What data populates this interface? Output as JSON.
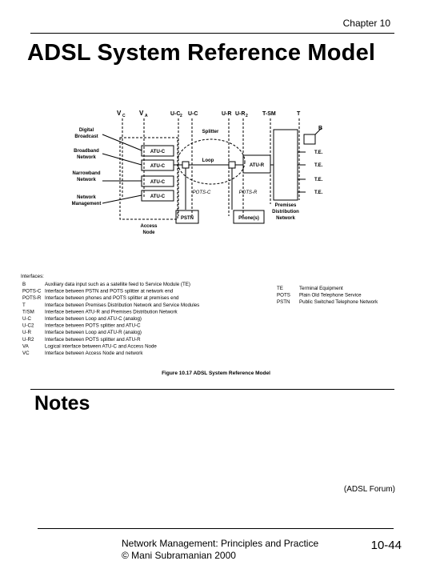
{
  "header": {
    "chapter": "Chapter 10"
  },
  "slide": {
    "title": "ADSL System Reference Model"
  },
  "figure": {
    "refpoints": {
      "vc": "V",
      "vc_sub": "C",
      "va": "V",
      "va_sub": "A",
      "uc2": "U-C",
      "uc2_sub": "2",
      "uc": "U-C",
      "ur": "U-R",
      "ur2": "U-R",
      "ur2_sub": "2",
      "tsm": "T-SM",
      "t": "T",
      "b": "B"
    },
    "left_labels": {
      "digital": "Digital",
      "broadcast": "Broadcast",
      "broadband": "Broadband",
      "broadband_net": "Network",
      "narrowband": "Narrowband",
      "narrowband_net": "Network",
      "netmgmt": "Network",
      "netmgmt_2": "Management"
    },
    "blocks": {
      "atuc": "ATU-C",
      "atur": "ATU-R",
      "splitter": "Splitter",
      "loop": "Loop",
      "pots_c": "POTS-C",
      "pots_r": "POTS-R",
      "pstn": "PSTN",
      "phones": "Phone(s)",
      "access_node": "Access",
      "access_node_2": "Node",
      "pdn_1": "Premises",
      "pdn_2": "Distribution",
      "pdn_3": "Network",
      "te": "T.E."
    },
    "interfaces_heading": "Interfaces:",
    "interfaces": [
      {
        "code": "B",
        "desc": "Auxiliary data input such as a satellite feed to Service Module (TE)"
      },
      {
        "code": "POTS-C",
        "desc": "Interface between PSTN and POTS splitter at network end"
      },
      {
        "code": "POTS-R",
        "desc": "Interface between phones and POTS splitter at premises end"
      },
      {
        "code": "T",
        "desc": "Interface between Premises Distribution Network and Service Modules"
      },
      {
        "code": "T/SM",
        "desc": "Interface between ATU-R and Premises Distribution Network"
      },
      {
        "code": "U-C",
        "desc": "Interface between Loop and ATU-C (analog)"
      },
      {
        "code": "U-C2",
        "desc": "Interface between POTS splitter and ATU-C"
      },
      {
        "code": "U-R",
        "desc": "Interface between Loop and ATU-R (analog)"
      },
      {
        "code": "U-R2",
        "desc": "Interface between POTS splitter and ATU-R"
      },
      {
        "code": "VA",
        "desc": "Logical interface between ATU-C and Access Node"
      },
      {
        "code": "VC",
        "desc": "Interface between Access Node and network"
      }
    ],
    "abbreviations": [
      {
        "code": "TE",
        "desc": "Terminal Equipment"
      },
      {
        "code": "POTS",
        "desc": "Plain Old Telephone Service"
      },
      {
        "code": "PSTN",
        "desc": "Public Switched Telephone Network"
      }
    ],
    "caption": "Figure 10.17 ADSL System Reference Model"
  },
  "notes": {
    "heading": "Notes",
    "credit": "(ADSL Forum)"
  },
  "footer": {
    "line1": "Network Management: Principles and Practice",
    "line2": "© Mani Subramanian 2000",
    "page": "10-44"
  }
}
